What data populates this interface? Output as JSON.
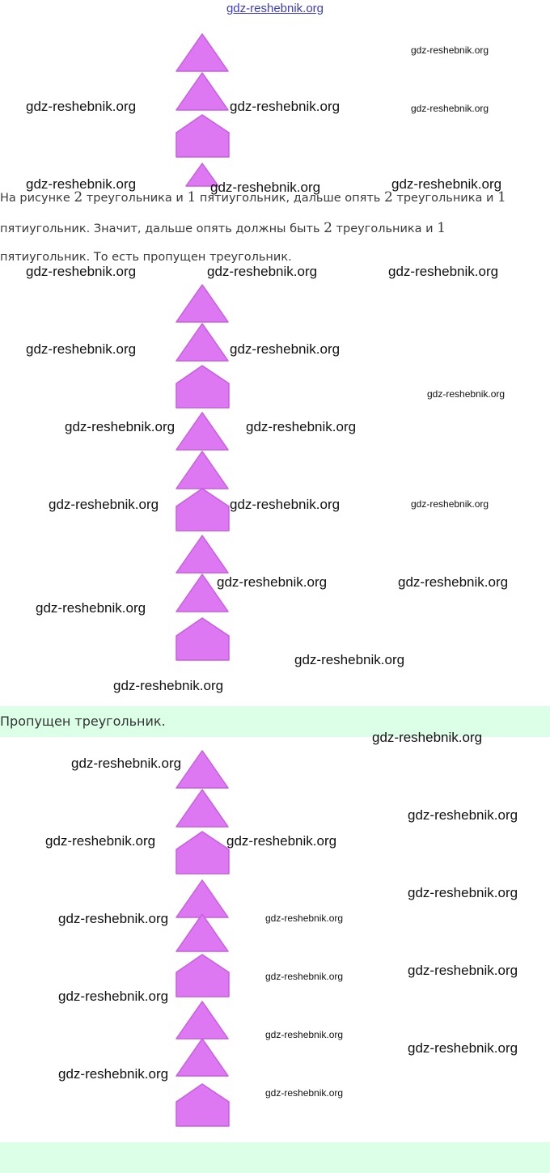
{
  "header": {
    "site_link": "gdz-reshebnik.org"
  },
  "watermark": {
    "text": "gdz-reshebnik.org"
  },
  "explanation": {
    "line1": {
      "a": "На рисунке ",
      "n1": "2",
      "b": " треугольника и ",
      "n2": "1",
      "c": " пятиугольник, дальше опять ",
      "n3": "2",
      "d": " треугольника и ",
      "n4": "1"
    },
    "line2": {
      "a": "пятиугольник. Значит, дальше опять должны быть ",
      "n1": "2",
      "b": " треугольника и ",
      "n2": "1"
    },
    "line3": "пятиугольник. То есть пропущен треугольник."
  },
  "answer": {
    "text": "Пропущен треугольник."
  },
  "colors": {
    "shape_fill": "#dd77f2",
    "shape_edge": "#c85fe2",
    "answer_band": "#dcffe8",
    "link": "#3a3ad0"
  },
  "sequences": {
    "task": [
      "triangle",
      "triangle",
      "pentagon",
      "triangle"
    ],
    "solution": [
      "triangle",
      "triangle",
      "pentagon",
      "triangle",
      "triangle",
      "pentagon",
      "triangle",
      "triangle",
      "pentagon"
    ],
    "answer": [
      "triangle",
      "triangle",
      "pentagon",
      "triangle",
      "triangle",
      "pentagon",
      "triangle",
      "triangle",
      "pentagon"
    ]
  }
}
